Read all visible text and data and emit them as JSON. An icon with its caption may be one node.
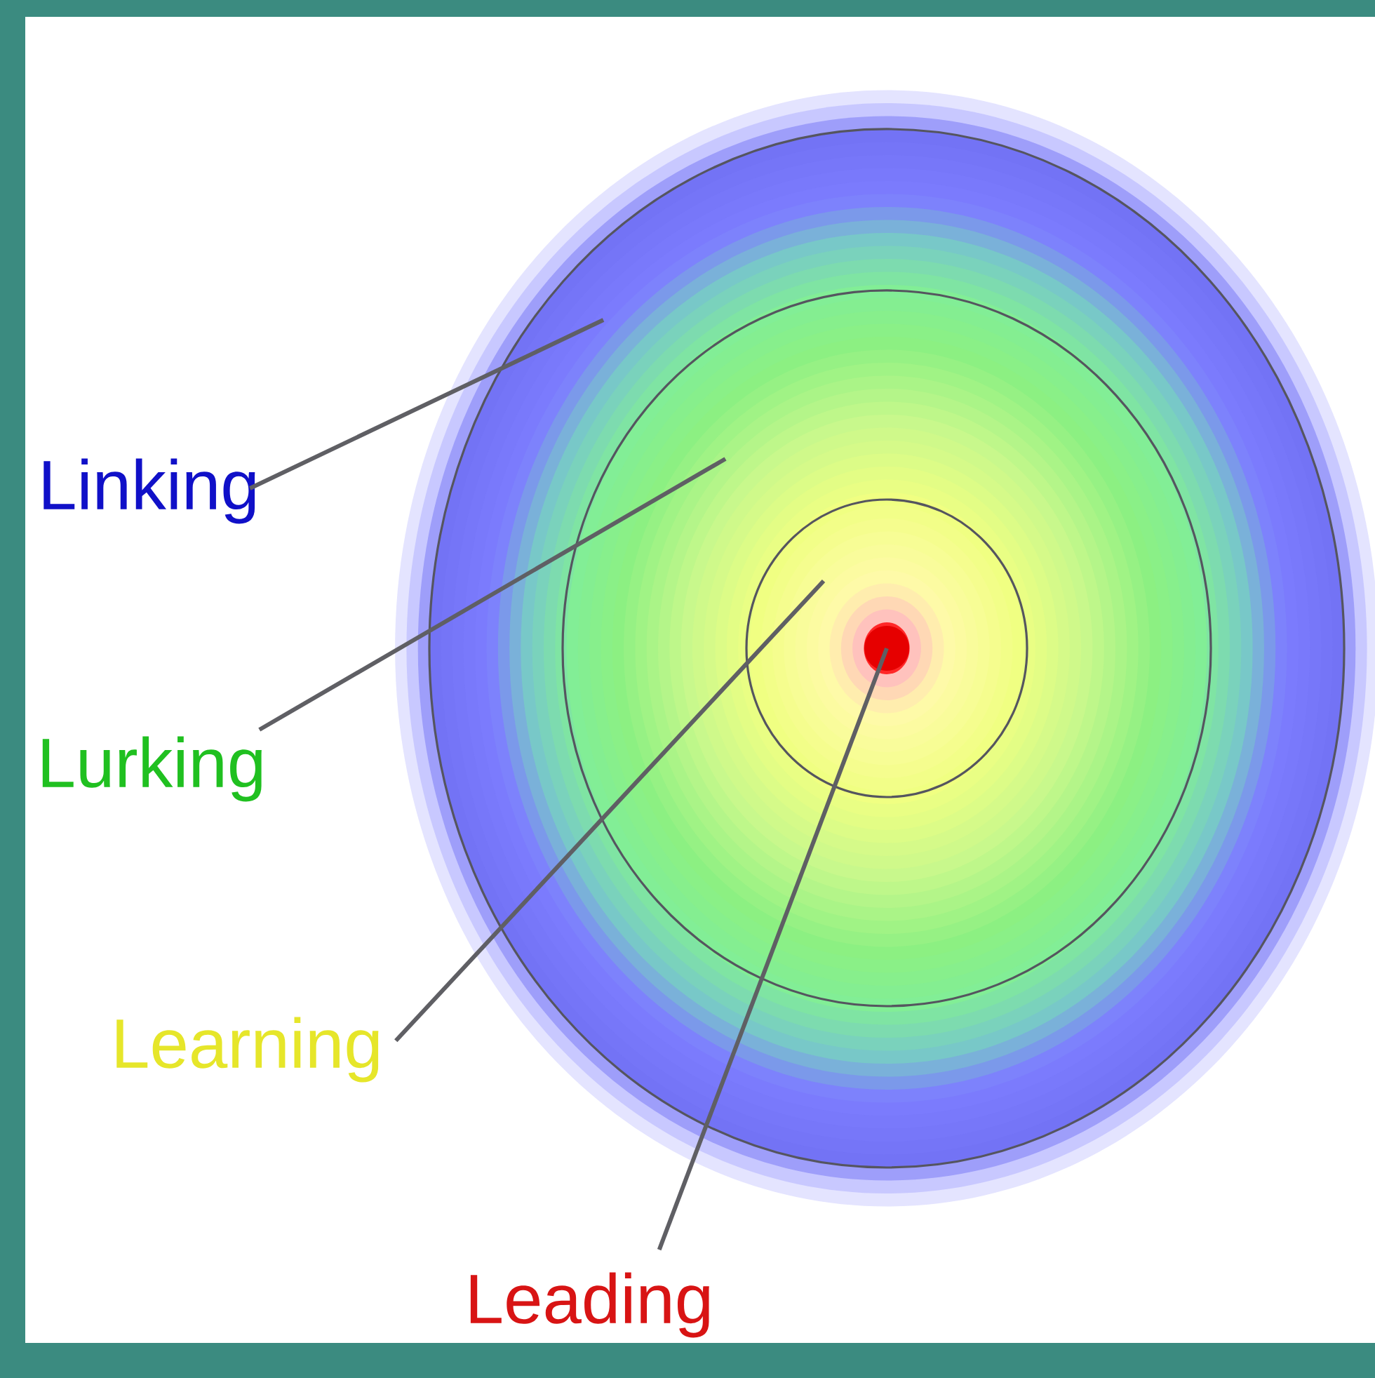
{
  "diagram": {
    "nodes": [
      {
        "text": [],
        "shape": "ellipse"
      },
      {
        "text": [],
        "shape": "ellipse",
        "in": 0
      },
      {
        "text": [],
        "shape": "ellipse",
        "in": 1
      },
      {
        "text": [],
        "shape": "circle",
        "in": 2
      },
      {
        "text": [
          "Linking"
        ]
      },
      {
        "text": [
          "Lurking"
        ]
      },
      {
        "text": [
          "Learning"
        ]
      },
      {
        "text": [
          "Leading"
        ]
      }
    ],
    "edges": [
      {
        "from": 4,
        "to": 0,
        "arrow": "none"
      },
      {
        "from": 5,
        "to": 1,
        "arrow": "none"
      },
      {
        "from": 6,
        "to": 2,
        "arrow": "none"
      },
      {
        "from": 7,
        "to": 3,
        "arrow": "none"
      }
    ]
  }
}
